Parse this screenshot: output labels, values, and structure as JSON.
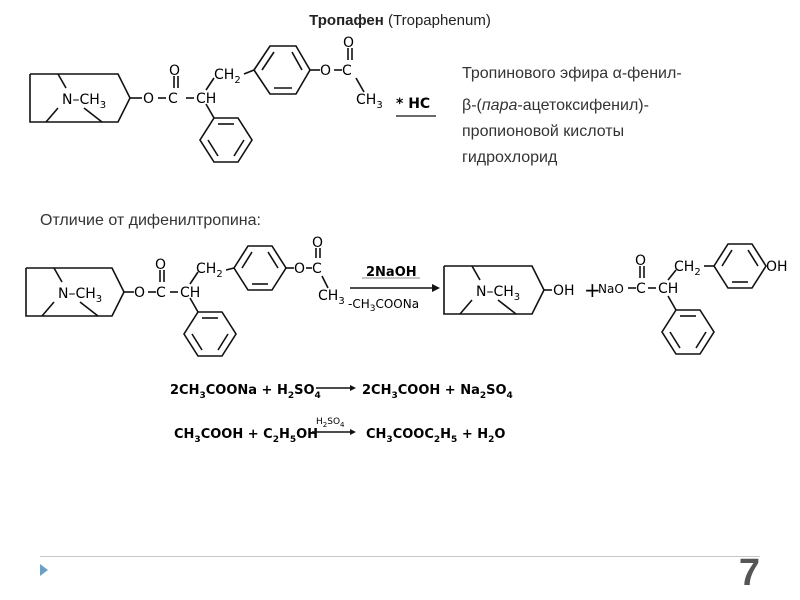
{
  "title": {
    "name": "Тропафен",
    "latin": "(Tropaphenum)"
  },
  "description_lines": [
    "Тропинового эфира α-фенил-",
    "β-(пара-ацетоксифенил)-",
    "пропионовой кислоты",
    "гидрохлорид"
  ],
  "description_italic_word": "пара",
  "salt_label": "* HC",
  "difference_label": "Отличие от дифенилтропина:",
  "reaction1": {
    "reagent_above": "2NaOH",
    "byproduct_below": "-CH3COONa",
    "product_alcohol_label": "OH",
    "plus": "+",
    "salt_prefix": "NaO",
    "phenol_label": "OH"
  },
  "equations": [
    {
      "left": "2CH3COONa + H2SO4",
      "right": "2CH3COOH + Na2SO4",
      "over_arrow": ""
    },
    {
      "left": "CH3COOH + C2H5OH",
      "right": "CH3COOC2H5 + H2O",
      "over_arrow": "H2SO4"
    }
  ],
  "structure_labels": {
    "amine": "N–CH3",
    "ester_oxygen": "O",
    "carbonyl_oxygen": "O",
    "carbon": "C",
    "ch": "CH",
    "ch2": "CH2",
    "methyl": "CH3"
  },
  "page_number": "7"
}
